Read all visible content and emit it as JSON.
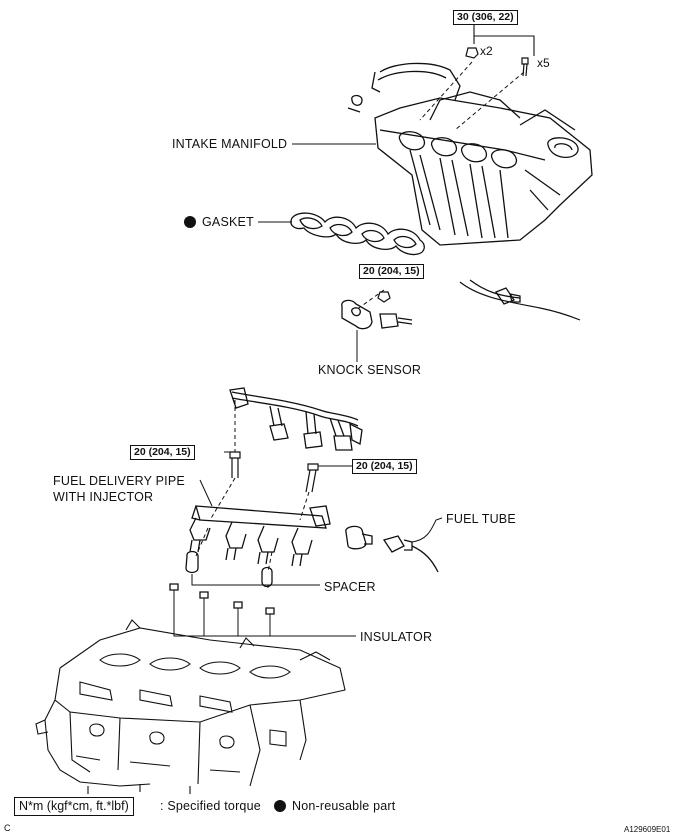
{
  "labels": {
    "intake_manifold": "INTAKE MANIFOLD",
    "gasket": "GASKET",
    "knock_sensor": "KNOCK SENSOR",
    "fuel_delivery_pipe_line1": "FUEL DELIVERY PIPE",
    "fuel_delivery_pipe_line2": "WITH INJECTOR",
    "fuel_tube": "FUEL TUBE",
    "spacer": "SPACER",
    "insulator": "INSULATOR"
  },
  "torque": {
    "manifold": "30 (306, 22)",
    "knock_sensor": "20 (204, 15)",
    "delivery_left": "20 (204, 15)",
    "delivery_right": "20 (204, 15)"
  },
  "counts": {
    "nut": "x2",
    "bolt": "x5"
  },
  "legend": {
    "torque_unit": "N*m (kgf*cm, ft.*lbf)",
    "torque_desc": ": Specified torque",
    "nonreusable_desc": "Non-reusable part"
  },
  "corner": {
    "left": "C",
    "right": "A129609E01"
  }
}
